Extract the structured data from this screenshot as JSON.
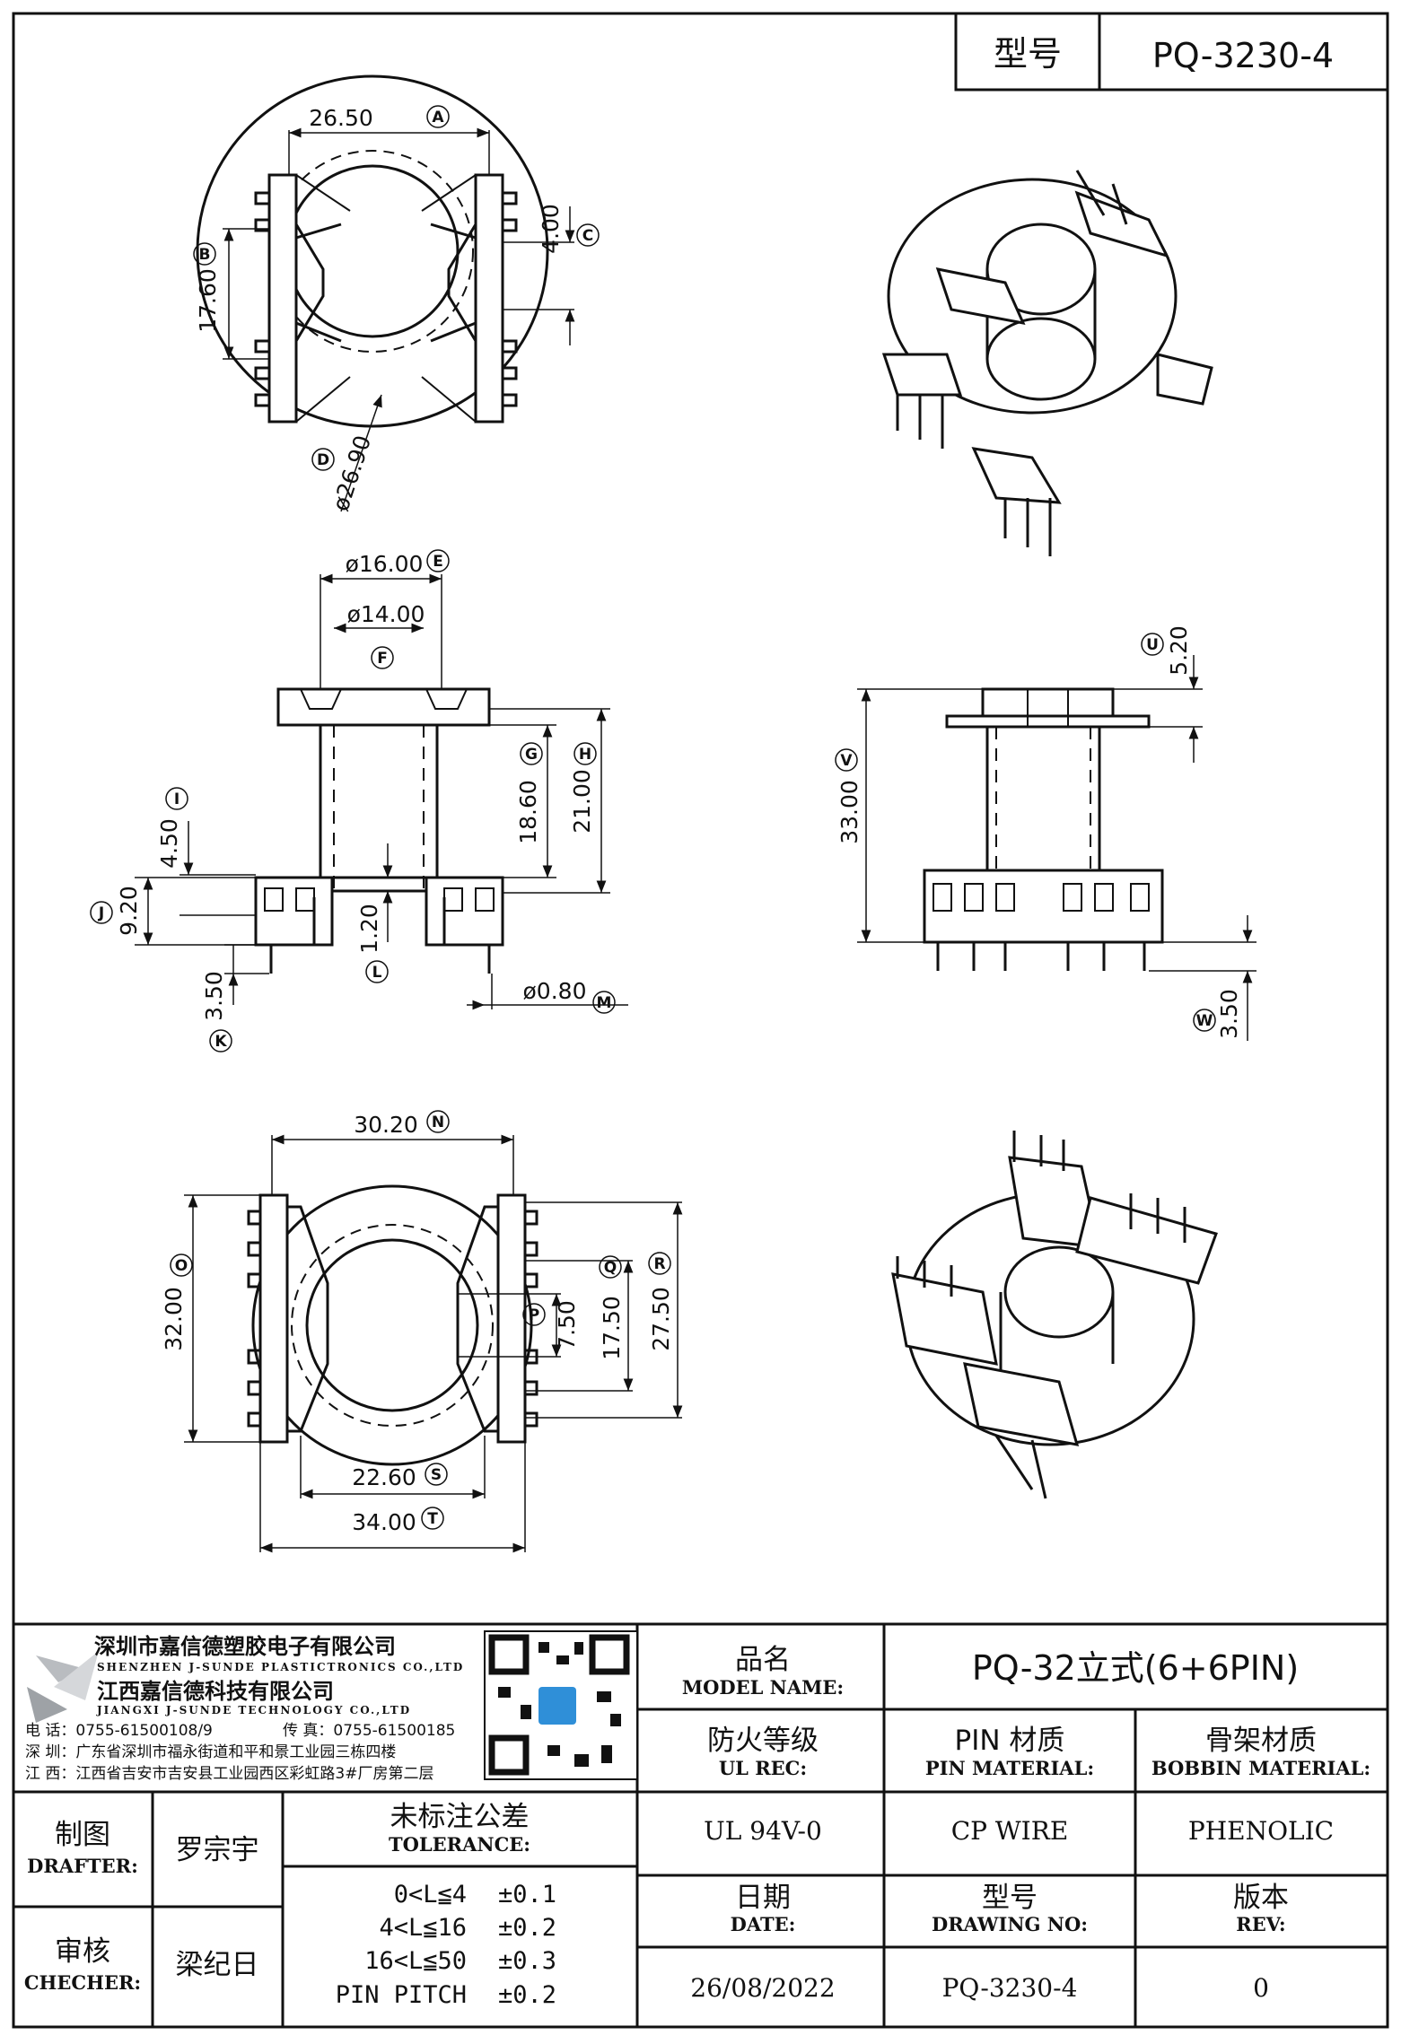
{
  "header": {
    "label": "型号",
    "value": "PQ-3230-4"
  },
  "drawing": {
    "top_view": {
      "dims": [
        {
          "value": "26.50",
          "tag": "A"
        },
        {
          "value": "17.60",
          "tag": "B"
        },
        {
          "value": "4.00",
          "tag": "C"
        },
        {
          "value": "ø26.90",
          "tag": "D"
        }
      ]
    },
    "front_view": {
      "dims": [
        {
          "value": "ø16.00",
          "tag": "E"
        },
        {
          "value": "ø14.00",
          "tag": "F"
        },
        {
          "value": "18.60",
          "tag": "G"
        },
        {
          "value": "21.00",
          "tag": "H"
        },
        {
          "value": "4.50",
          "tag": "I"
        },
        {
          "value": "9.20",
          "tag": "J"
        },
        {
          "value": "3.50",
          "tag": "K"
        },
        {
          "value": "1.20",
          "tag": "L"
        },
        {
          "value": "ø0.80",
          "tag": "M"
        }
      ]
    },
    "side_view": {
      "dims": [
        {
          "value": "5.20",
          "tag": "U"
        },
        {
          "value": "33.00",
          "tag": "V"
        },
        {
          "value": "3.50",
          "tag": "W"
        }
      ]
    },
    "bottom_view": {
      "dims": [
        {
          "value": "30.20",
          "tag": "N"
        },
        {
          "value": "32.00",
          "tag": "O"
        },
        {
          "value": "7.50",
          "tag": "P"
        },
        {
          "value": "17.50",
          "tag": "Q"
        },
        {
          "value": "27.50",
          "tag": "R"
        },
        {
          "value": "22.60",
          "tag": "S"
        },
        {
          "value": "34.00",
          "tag": "T"
        }
      ]
    }
  },
  "company": {
    "name_cn_1": "深圳市嘉信德塑胶电子有限公司",
    "name_en_1": "SHENZHEN J-SUNDE PLASTICTRONICS CO.,LTD",
    "name_cn_2": "江西嘉信德科技有限公司",
    "name_en_2": "JIANGXI J-SUNDE TECHNOLOGY CO.,LTD",
    "phone": "电 话：0755-61500108/9",
    "fax": "传 真：0755-61500185",
    "addr_sz": "深 圳：广东省深圳市福永街道和平和景工业园三栋四楼",
    "addr_jx": "江 西：江西省吉安市吉安县工业园西区彩虹路3#厂房第二层"
  },
  "title_block": {
    "model_name_cn": "品名",
    "model_name_en": "MODEL NAME:",
    "model_name_value": "PQ-32立式(6+6PIN)",
    "ul_cn": "防火等级",
    "ul_en": "UL REC:",
    "ul_value": "UL 94V-0",
    "pin_cn": "PIN 材质",
    "pin_en": "PIN MATERIAL:",
    "pin_value": "CP WIRE",
    "bobbin_cn": "骨架材质",
    "bobbin_en": "BOBBIN MATERIAL:",
    "bobbin_value": "PHENOLIC",
    "drafter_cn": "制图",
    "drafter_en": "DRAFTER:",
    "drafter_name": "罗宗宇",
    "checker_cn": "审核",
    "checker_en": "CHECHER:",
    "checker_name": "梁纪日",
    "tolerance_cn": "未标注公差",
    "tolerance_en": "TOLERANCE:",
    "tolerances": [
      {
        "range": "0<L≦4",
        "value": "±0.1"
      },
      {
        "range": "4<L≦16",
        "value": "±0.2"
      },
      {
        "range": "16<L≦50",
        "value": "±0.3"
      },
      {
        "range": "PIN PITCH",
        "value": "±0.2"
      }
    ],
    "date_cn": "日期",
    "date_en": "DATE:",
    "date_value": "26/08/2022",
    "dwg_cn": "型号",
    "dwg_en": "DRAWING NO:",
    "dwg_value": "PQ-3230-4",
    "rev_cn": "版本",
    "rev_en": "REV:",
    "rev_value": "0"
  }
}
